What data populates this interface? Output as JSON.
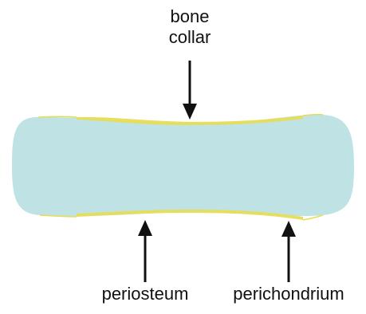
{
  "labels": {
    "bone_collar_line1": "bone",
    "bone_collar_line2": "collar",
    "periosteum": "periosteum",
    "perichondrium": "perichondrium"
  },
  "colors": {
    "cartilage": "#bfe3e5",
    "collar": "#e7dc56",
    "perichondrium": "#e7dc56",
    "arrow": "#111111"
  }
}
